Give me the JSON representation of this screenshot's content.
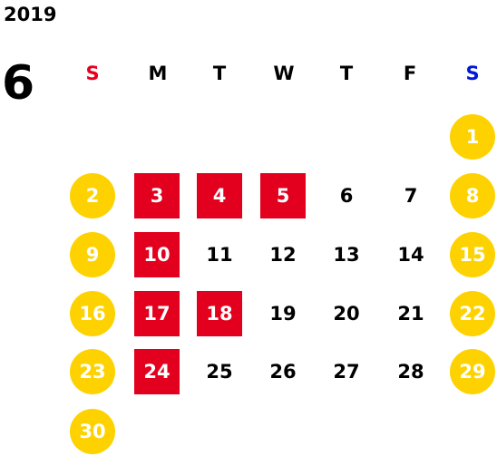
{
  "calendar": {
    "year": "2019",
    "month": "6",
    "weekdays": [
      "S",
      "M",
      "T",
      "W",
      "T",
      "F",
      "S"
    ],
    "colors": {
      "sunday_label": "#e8001c",
      "saturday_label": "#0018d8",
      "weekend_circle": "#fdd200",
      "highlight_box": "#e2001e"
    },
    "days": [
      {
        "label": "1",
        "col": 6,
        "row": 0,
        "style": "weekend"
      },
      {
        "label": "2",
        "col": 0,
        "row": 1,
        "style": "weekend"
      },
      {
        "label": "3",
        "col": 1,
        "row": 1,
        "style": "highlight"
      },
      {
        "label": "4",
        "col": 2,
        "row": 1,
        "style": "highlight"
      },
      {
        "label": "5",
        "col": 3,
        "row": 1,
        "style": "highlight"
      },
      {
        "label": "6",
        "col": 4,
        "row": 1,
        "style": "plain"
      },
      {
        "label": "7",
        "col": 5,
        "row": 1,
        "style": "plain"
      },
      {
        "label": "8",
        "col": 6,
        "row": 1,
        "style": "weekend"
      },
      {
        "label": "9",
        "col": 0,
        "row": 2,
        "style": "weekend"
      },
      {
        "label": "10",
        "col": 1,
        "row": 2,
        "style": "highlight"
      },
      {
        "label": "11",
        "col": 2,
        "row": 2,
        "style": "plain"
      },
      {
        "label": "12",
        "col": 3,
        "row": 2,
        "style": "plain"
      },
      {
        "label": "13",
        "col": 4,
        "row": 2,
        "style": "plain"
      },
      {
        "label": "14",
        "col": 5,
        "row": 2,
        "style": "plain"
      },
      {
        "label": "15",
        "col": 6,
        "row": 2,
        "style": "weekend"
      },
      {
        "label": "16",
        "col": 0,
        "row": 3,
        "style": "weekend"
      },
      {
        "label": "17",
        "col": 1,
        "row": 3,
        "style": "highlight"
      },
      {
        "label": "18",
        "col": 2,
        "row": 3,
        "style": "highlight"
      },
      {
        "label": "19",
        "col": 3,
        "row": 3,
        "style": "plain"
      },
      {
        "label": "20",
        "col": 4,
        "row": 3,
        "style": "plain"
      },
      {
        "label": "21",
        "col": 5,
        "row": 3,
        "style": "plain"
      },
      {
        "label": "22",
        "col": 6,
        "row": 3,
        "style": "weekend"
      },
      {
        "label": "23",
        "col": 0,
        "row": 4,
        "style": "weekend"
      },
      {
        "label": "24",
        "col": 1,
        "row": 4,
        "style": "highlight"
      },
      {
        "label": "25",
        "col": 2,
        "row": 4,
        "style": "plain"
      },
      {
        "label": "26",
        "col": 3,
        "row": 4,
        "style": "plain"
      },
      {
        "label": "27",
        "col": 4,
        "row": 4,
        "style": "plain"
      },
      {
        "label": "28",
        "col": 5,
        "row": 4,
        "style": "plain"
      },
      {
        "label": "29",
        "col": 6,
        "row": 4,
        "style": "weekend"
      },
      {
        "label": "30",
        "col": 0,
        "row": 5,
        "style": "weekend"
      }
    ]
  }
}
